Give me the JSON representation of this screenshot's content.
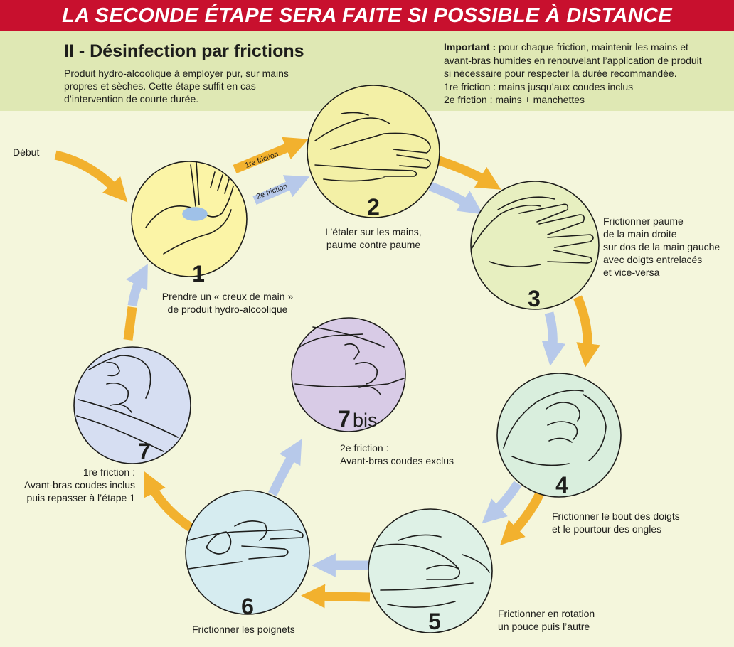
{
  "banner": "LA SECONDE ÉTAPE SERA FAITE SI POSSIBLE À DISTANCE",
  "section": {
    "title": "II - Désinfection par frictions",
    "intro": "Produit hydro-alcoolique à employer pur, sur mains propres et sèches. Cette étape suffit en cas d’intervention de courte durée."
  },
  "important": {
    "label": "Important :",
    "lines": [
      "pour chaque friction, maintenir les mains et",
      "avant-bras humides en renouvelant l’application de produit",
      "si nécessaire pour respecter la durée recommandée.",
      "1re friction : mains jusqu’aux coudes inclus",
      "2e friction : mains + manchettes"
    ]
  },
  "start_label": "Début",
  "friction_labels": {
    "first": "1re friction",
    "second": "2e friction"
  },
  "colors": {
    "banner": "#c8102e",
    "orange_arrow": "#f2b12e",
    "blue_arrow": "#b7c9ea"
  },
  "steps": [
    {
      "number": "1",
      "lines": [
        "Prendre un « creux de main »",
        "de produit hydro-alcoolique"
      ],
      "color": "#fbf4a6"
    },
    {
      "number": "2",
      "lines": [
        "L’étaler sur les mains,",
        "paume contre paume"
      ],
      "color": "#f3f0a6"
    },
    {
      "number": "3",
      "lines": [
        "Frictionner paume",
        "de la main droite",
        "sur dos de la main gauche",
        "avec doigts entrelacés",
        "et vice-versa"
      ],
      "color": "#e7efc0"
    },
    {
      "number": "4",
      "lines": [
        "Frictionner le bout des doigts",
        "et le pourtour des ongles"
      ],
      "color": "#d9eedd"
    },
    {
      "number": "5",
      "lines": [
        "Frictionner en rotation",
        "un pouce puis l’autre"
      ],
      "color": "#def1e6"
    },
    {
      "number": "6",
      "lines": [
        "Frictionner les poignets"
      ],
      "color": "#d6ecf0"
    },
    {
      "number": "7",
      "lines": [
        "1re friction :",
        "Avant-bras coudes inclus",
        "puis repasser à l’étape 1"
      ],
      "color": "#d6def2"
    },
    {
      "number": "7",
      "suffix": "bis",
      "lines": [
        "2e friction :",
        "Avant-bras coudes exclus"
      ],
      "color": "#d8cbe6"
    }
  ]
}
